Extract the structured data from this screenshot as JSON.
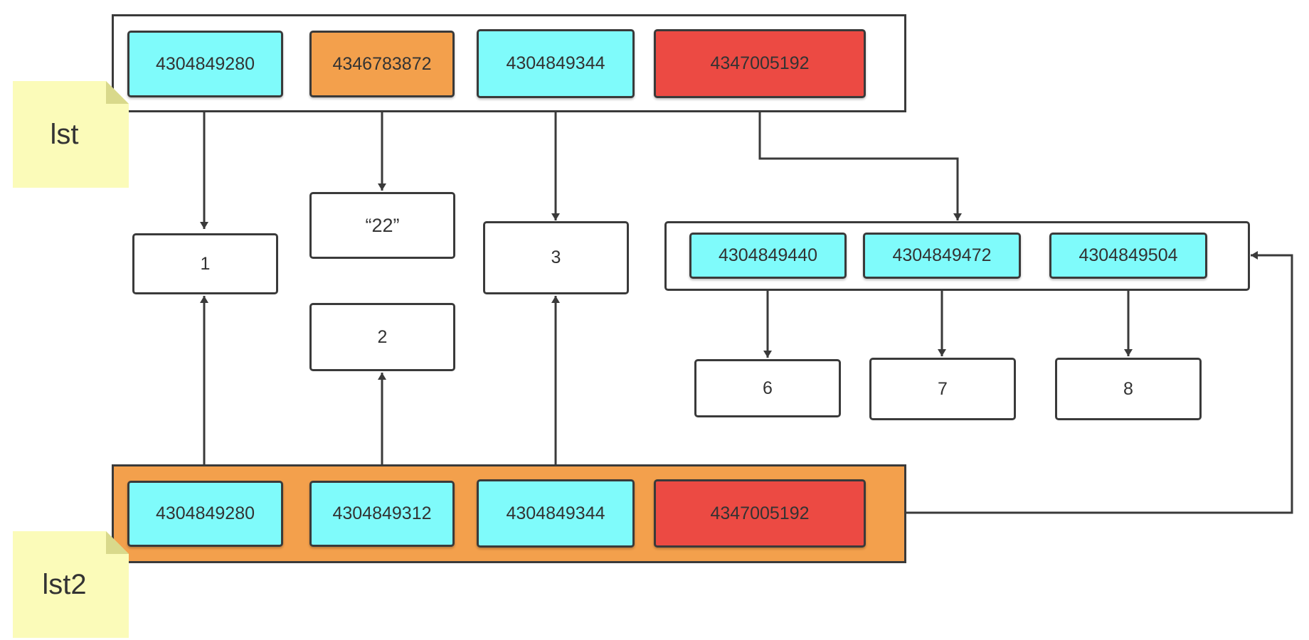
{
  "colors": {
    "cyan": "#7ffbfb",
    "orange": "#f3a04c",
    "red": "#ec4a43",
    "note": "#fbfbb9",
    "note_fold": "#d9d98b",
    "line": "#3a3a3a",
    "value_bg": "#ffffff"
  },
  "labels": {
    "lst": "lst",
    "lst2": "lst2"
  },
  "lst": {
    "cells": [
      "4304849280",
      "4346783872",
      "4304849344",
      "4347005192"
    ]
  },
  "lst2": {
    "cells": [
      "4304849280",
      "4304849312",
      "4304849344",
      "4347005192"
    ]
  },
  "values": {
    "v1": "1",
    "v22": "“22”",
    "v2": "2",
    "v3": "3",
    "v6": "6",
    "v7": "7",
    "v8": "8"
  },
  "sublist": {
    "cells": [
      "4304849440",
      "4304849472",
      "4304849504"
    ]
  }
}
